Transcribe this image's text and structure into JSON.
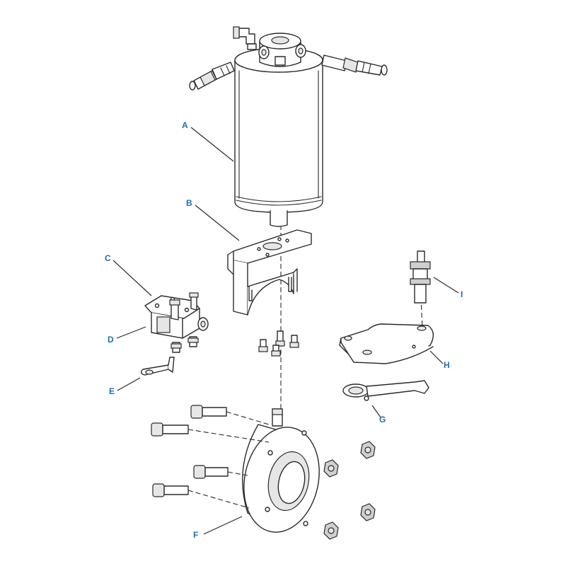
{
  "callouts": {
    "A": "A",
    "B": "B",
    "C": "C",
    "D": "D",
    "E": "E",
    "F": "F",
    "G": "G",
    "H": "H",
    "I": "I"
  },
  "colors": {
    "callout_label": "#1f6fb5",
    "line_art": "#2a2a2a",
    "background": "#ffffff"
  }
}
